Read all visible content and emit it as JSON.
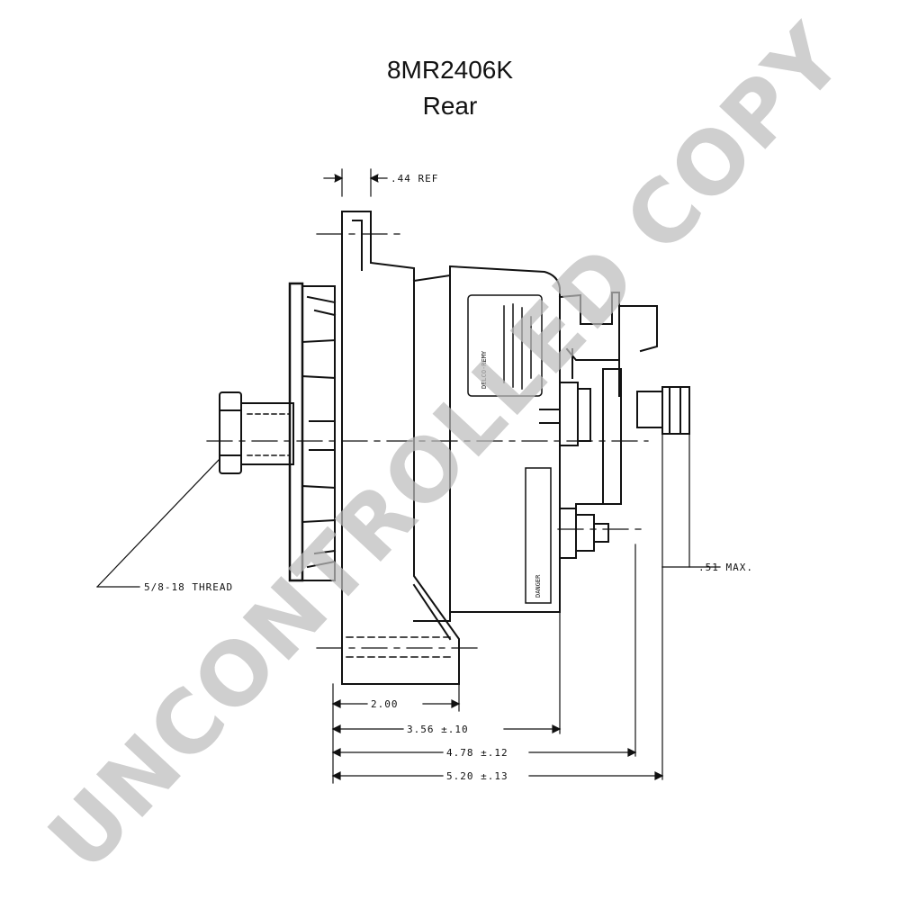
{
  "title": {
    "part_number": "8MR2406K",
    "view": "Rear"
  },
  "dimensions": {
    "ref_offset": ".44 REF",
    "thread": "5/8-18 THREAD",
    "max_clearance": ".51 MAX.",
    "dim_1": "2.00",
    "dim_2": "3.56 ±.10",
    "dim_3": "4.78 ±.12",
    "dim_4": "5.20 ±.13"
  },
  "labels": {
    "brand_plate": "DELCO-REMY",
    "danger_label": "DANGER"
  },
  "watermark": {
    "text": "UNCONTROLLED COPY",
    "color": "#bdbdbd"
  },
  "colors": {
    "line": "#111111",
    "background": "#ffffff"
  }
}
